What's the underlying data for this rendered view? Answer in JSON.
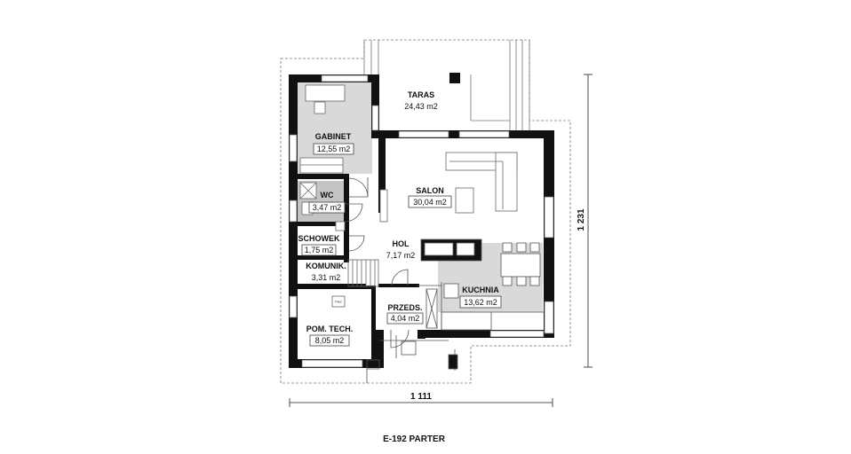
{
  "caption": "E-192 PARTER",
  "dimensions": {
    "width": "1 111",
    "depth": "1 231"
  },
  "rooms": [
    {
      "id": "taras",
      "name": "TARAS",
      "area": "24,43 m2"
    },
    {
      "id": "gabinet",
      "name": "GABINET",
      "area": "12,55 m2"
    },
    {
      "id": "wc",
      "name": "WC",
      "area": "3,47 m2"
    },
    {
      "id": "salon",
      "name": "SALON",
      "area": "30,04 m2"
    },
    {
      "id": "schowek",
      "name": "SCHOWEK",
      "area": "1,75 m2"
    },
    {
      "id": "hol",
      "name": "HOL",
      "area": "7,17 m2"
    },
    {
      "id": "komunik",
      "name": "KOMUNIK.",
      "area": "3,31 m2"
    },
    {
      "id": "kuchnia",
      "name": "KUCHNIA",
      "area": "13,62 m2"
    },
    {
      "id": "przeds",
      "name": "PRZEDS.",
      "area": "4,04 m2"
    },
    {
      "id": "pomtech",
      "name": "POM. TECH.",
      "area": "8,05 m2"
    }
  ],
  "appliance_label": "Piec",
  "colors": {
    "wall": "#111111",
    "floor_gray": "#d9d9d9",
    "floor_dark": "#c4c4c4",
    "outline": "#666666"
  }
}
